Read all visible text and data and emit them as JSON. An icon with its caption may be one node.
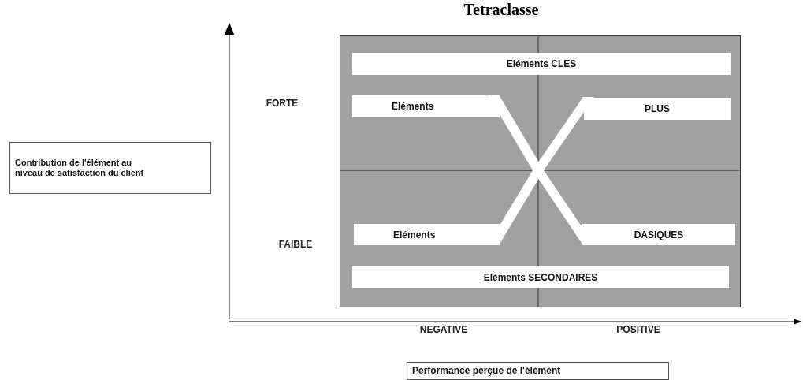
{
  "diagram": {
    "title": "Tetraclasse",
    "nodes": [
      {
        "text": [],
        "shape": "box"
      },
      {
        "text": [
          "Eléments CLES"
        ],
        "in": 0
      },
      {
        "text": [
          "Eléments"
        ],
        "in": 0
      },
      {
        "text": [
          "PLUS"
        ],
        "in": 0
      },
      {
        "text": [
          "Eléments"
        ],
        "in": 0
      },
      {
        "text": [
          "DASIQUES"
        ],
        "in": 0
      },
      {
        "text": [
          "Eléments SECONDAIRES"
        ],
        "in": 0
      },
      {
        "text": [
          "Contribution de l'élément au niveau de satisfaction du client"
        ]
      },
      {
        "text": [
          "Performance perçue de l'élément"
        ]
      }
    ],
    "labels": [
      "FORTE",
      "FAIBLE",
      "NEGATIVE",
      "POSITIVE"
    ]
  }
}
